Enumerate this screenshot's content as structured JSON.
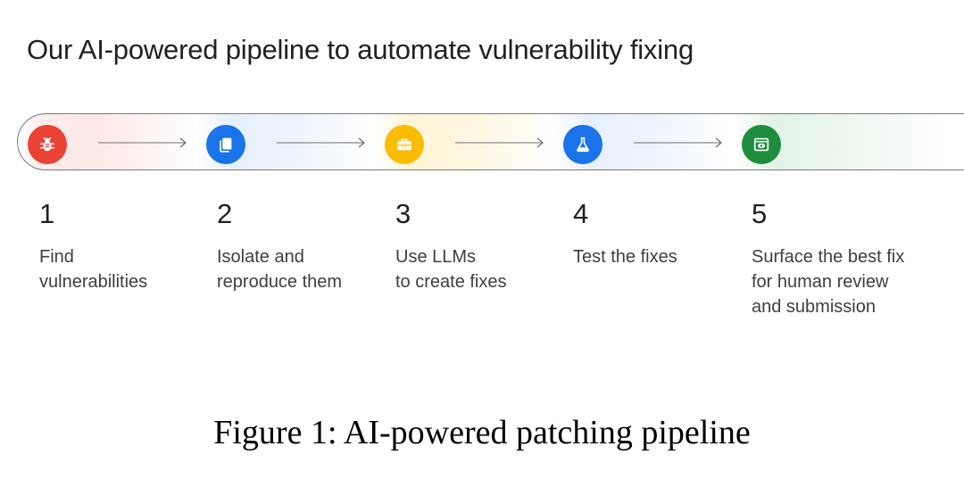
{
  "title": "Our AI-powered pipeline to automate vulnerability fixing",
  "steps": [
    {
      "number": "1",
      "label": "Find\nvulnerabilities",
      "icon": "bug-icon",
      "color": "#EA4335"
    },
    {
      "number": "2",
      "label": "Isolate and\nreproduce them",
      "icon": "copy-icon",
      "color": "#1A73E8"
    },
    {
      "number": "3",
      "label": "Use LLMs\nto create fixes",
      "icon": "toolbox-icon",
      "color": "#FBBC04"
    },
    {
      "number": "4",
      "label": "Test the fixes",
      "icon": "flask-icon",
      "color": "#1A73E8"
    },
    {
      "number": "5",
      "label": "Surface the best fix\nfor human review\nand submission",
      "icon": "eye-window-icon",
      "color": "#1E8E3E"
    }
  ],
  "caption": "Figure 1: AI-powered patching pipeline"
}
